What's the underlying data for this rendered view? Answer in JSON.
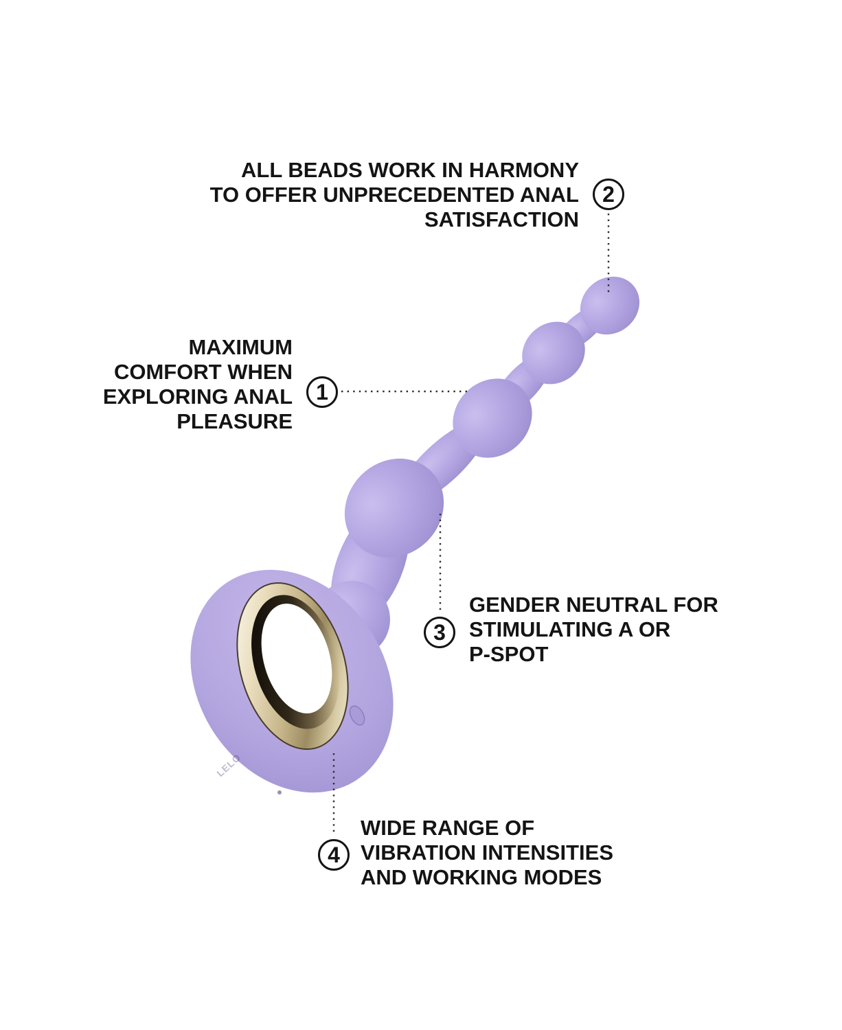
{
  "figure": {
    "kind": "product-callout-infographic",
    "background": "#ffffff",
    "text_color": "#141414",
    "leader_line_color": "#2e2e2e",
    "badge_border_color": "#141414"
  },
  "product": {
    "name": "purple beaded anal massager with gold ring handle",
    "body_color": "#b3a5e0",
    "body_highlight": "#cabeee",
    "body_shadow": "#9081c1",
    "ring_gold_light": "#f4eedd",
    "ring_gold_mid": "#c7b68a",
    "ring_gold_dark": "#6e5f42",
    "ring_bevel_dark": "#16110b",
    "engraving": "LELO"
  },
  "callouts": [
    {
      "number": "1",
      "lines": [
        "MAXIMUM",
        "COMFORT WHEN",
        "EXPLORING ANAL",
        "PLEASURE"
      ]
    },
    {
      "number": "2",
      "lines": [
        "ALL BEADS WORK IN HARMONY",
        "TO OFFER UNPRECEDENTED ANAL",
        "SATISFACTION"
      ]
    },
    {
      "number": "3",
      "lines": [
        "GENDER NEUTRAL FOR",
        "STIMULATING A OR",
        "P-SPOT"
      ]
    },
    {
      "number": "4",
      "lines": [
        "WIDE RANGE OF",
        "VIBRATION INTENSITIES",
        "AND WORKING MODES"
      ]
    }
  ]
}
